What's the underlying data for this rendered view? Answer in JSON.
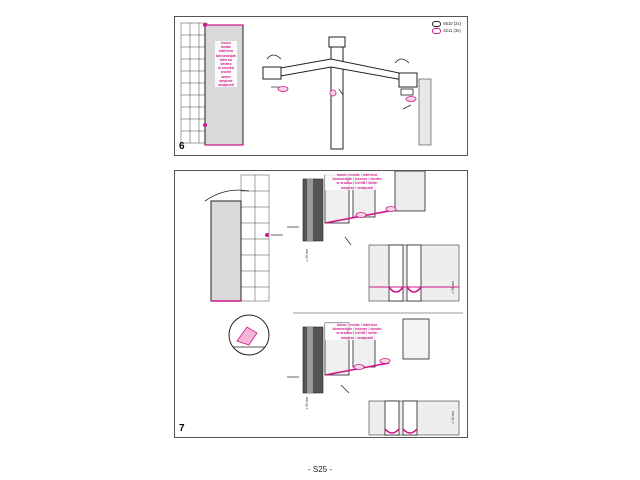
{
  "step6": {
    "number": "6",
    "label_lines": [
      "innen",
      "inside",
      "intérieur",
      "binnenzijde",
      "interno",
      "dentro",
      "w środku",
      "uvnitř",
      "wenn",
      "wnętrze",
      "sisäpuoli"
    ],
    "legend": [
      {
        "code": "6510 (2x)",
        "icon": "gasket-icon"
      },
      {
        "code": "3211 (3x)",
        "icon": "screw-icon"
      }
    ]
  },
  "step7": {
    "number": "7",
    "label_top": [
      "innen / inside / intérieur",
      "binnenzijde / interno / dentro",
      "w środku / uvnitř / wenn",
      "wnętrze / sisäpuoli"
    ],
    "label_bottom": [
      "innen / inside / intérieur",
      "binnenzijde / interno / dentro",
      "w środku / uvnitř / wenn",
      "wnętrze / sisäpuoli"
    ],
    "dim_labels": [
      "≥ 30 mm",
      "≥ 30 mm",
      "≥ 30 mm",
      "≥ 30 mm"
    ]
  },
  "page_number": "- S25 -",
  "colors": {
    "accent": "#d0178a",
    "line": "#333333",
    "glass": "#d9d9d9"
  }
}
